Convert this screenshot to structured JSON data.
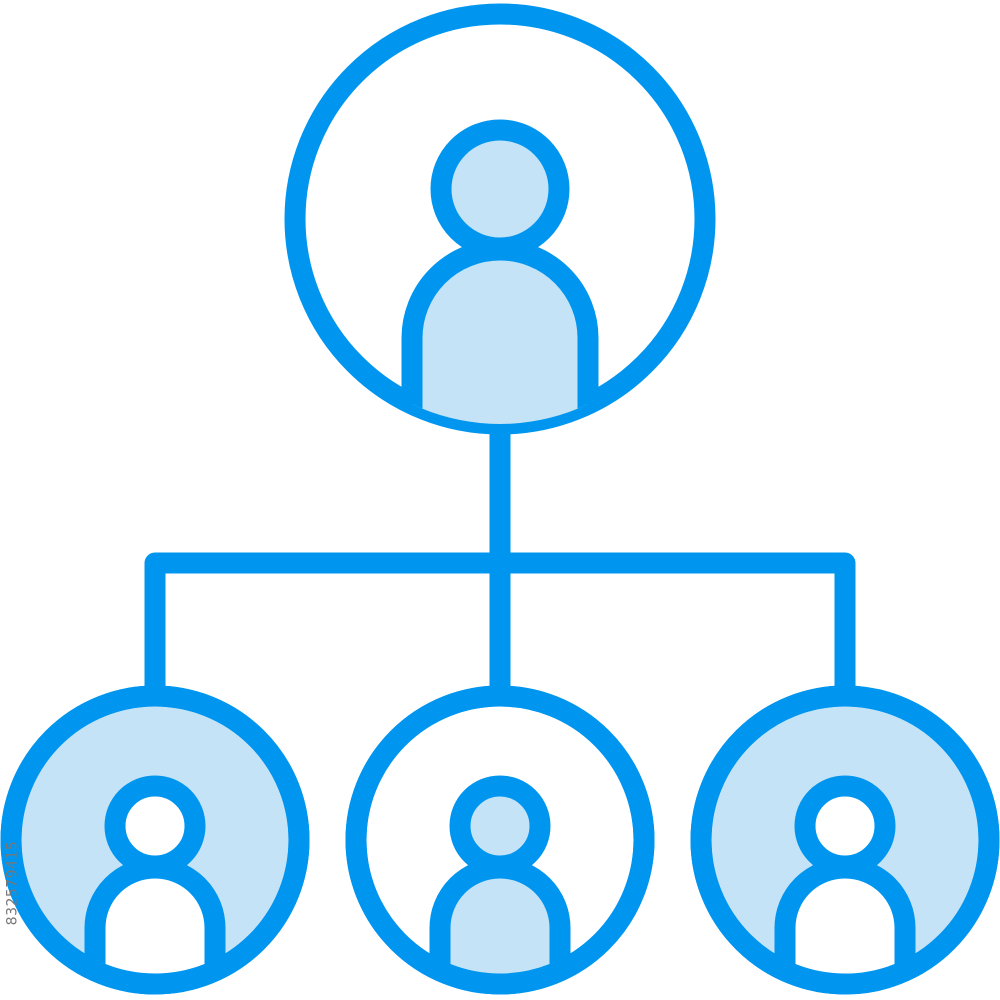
{
  "icon": {
    "name": "organization-hierarchy-icon",
    "nodes": [
      {
        "name": "top-person-node",
        "circle_fill": "#ffffff",
        "person_fill": "#c5e3f6"
      },
      {
        "name": "bottom-left-person-node",
        "circle_fill": "#c5e3f6",
        "person_fill": "#ffffff"
      },
      {
        "name": "bottom-center-person-node",
        "circle_fill": "#ffffff",
        "person_fill": "#c5e3f6"
      },
      {
        "name": "bottom-right-person-node",
        "circle_fill": "#c5e3f6",
        "person_fill": "#ffffff"
      }
    ]
  },
  "colors": {
    "stroke": "#0096f0",
    "light_fill": "#c5e3f6",
    "background": "#ffffff"
  },
  "watermark": {
    "stock_id": "832579415"
  }
}
